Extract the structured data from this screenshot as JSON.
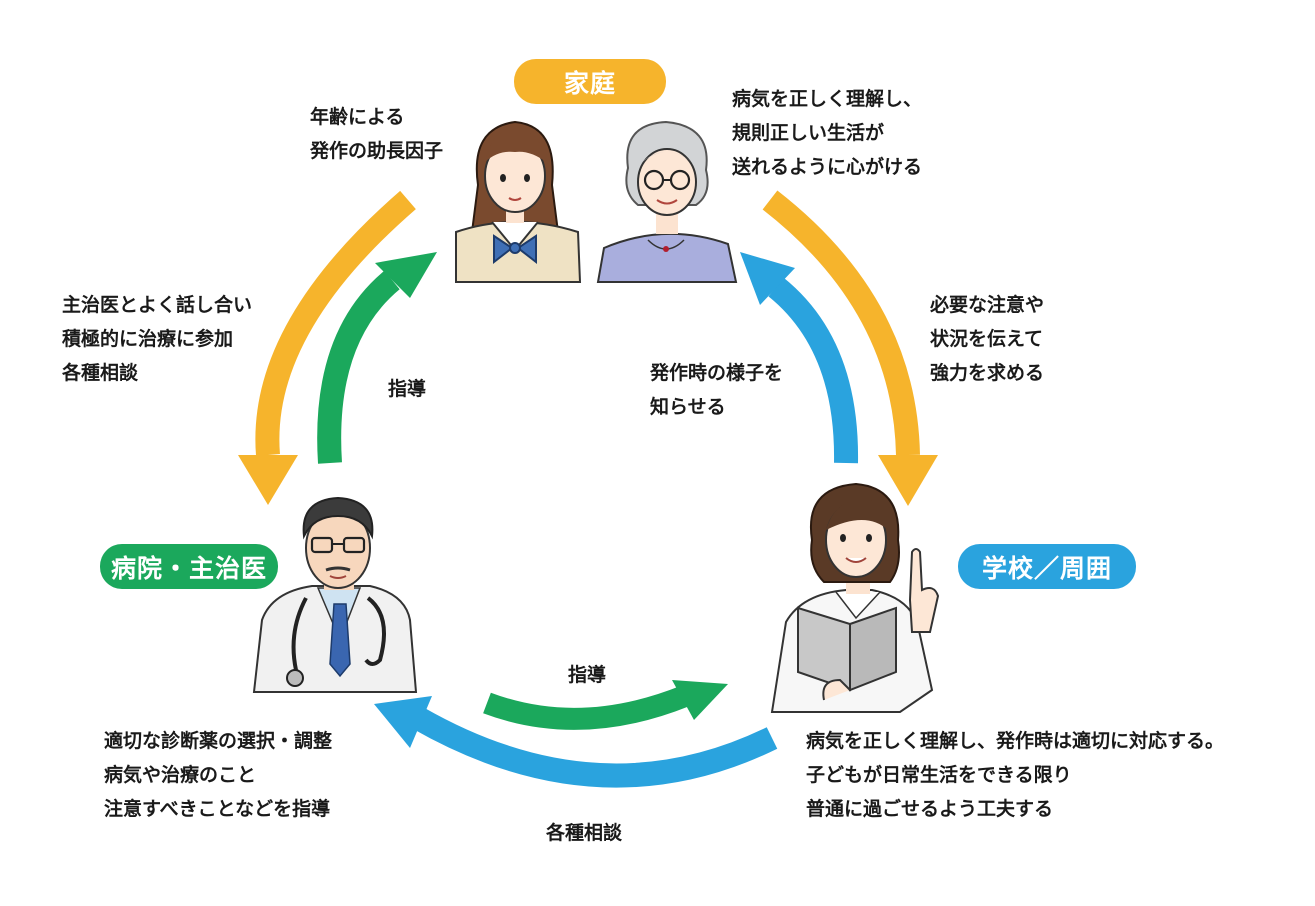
{
  "colors": {
    "family": "#F6B42C",
    "hospital": "#1BA85C",
    "school": "#2AA3DE",
    "text": "#1a1a1a"
  },
  "nodes": {
    "family": {
      "label": "家庭"
    },
    "hospital": {
      "label": "病院・主治医"
    },
    "school": {
      "label": "学校／周囲"
    }
  },
  "notes": {
    "family_left": [
      "年齢による",
      "発作の助長因子"
    ],
    "family_right": [
      "病気を正しく理解し、",
      "規則正しい生活が",
      "送れるように心がける"
    ],
    "hospital_top": [
      "主治医とよく話し合い",
      "積極的に治療に参加",
      "各種相談"
    ],
    "hospital_bottom": [
      "適切な診断薬の選択・調整",
      "病気や治療のこと",
      "注意すべきことなどを指導"
    ],
    "school_top": [
      "必要な注意や",
      "状況を伝えて",
      "強力を求める"
    ],
    "school_bottom": [
      "病気を正しく理解し、発作時は適切に対応する。",
      "子どもが日常生活をできる限り",
      "普通に過ごせるよう工夫する"
    ],
    "seizure_report": [
      "発作時の様子を",
      "知らせる"
    ]
  },
  "arrows": {
    "hospital_to_family": "指導",
    "hospital_to_school": "指導",
    "school_to_hospital": "各種相談"
  },
  "icons": {
    "student": "student-girl-illustration",
    "grandmother": "grandmother-illustration",
    "doctor": "doctor-illustration",
    "teacher": "teacher-illustration"
  }
}
